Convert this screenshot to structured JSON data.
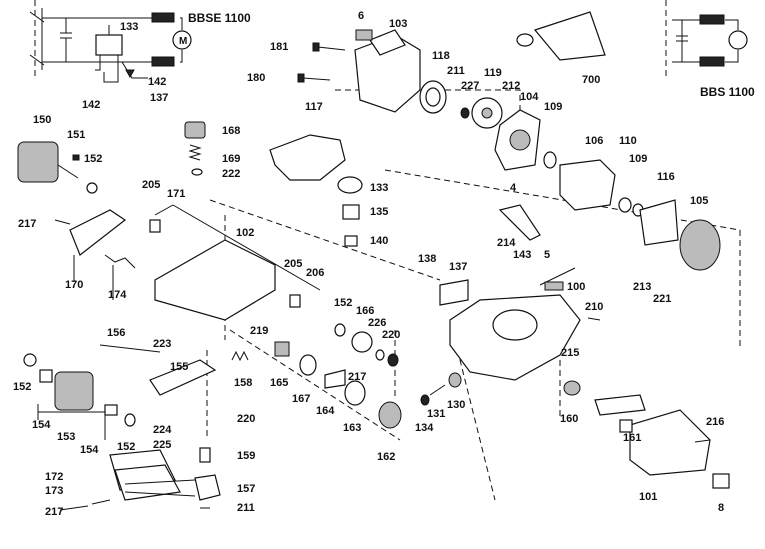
{
  "diagram": {
    "schematic_titles": {
      "left": "BBSE 1100",
      "right": "BBS 1100"
    },
    "schematic_labels": [
      "133",
      "142",
      "142",
      "137"
    ],
    "parts": [
      {
        "id": "p6",
        "label": "6"
      },
      {
        "id": "p103",
        "label": "103"
      },
      {
        "id": "p181",
        "label": "181"
      },
      {
        "id": "p180",
        "label": "180"
      },
      {
        "id": "p118",
        "label": "118"
      },
      {
        "id": "p211a",
        "label": "211"
      },
      {
        "id": "p119",
        "label": "119"
      },
      {
        "id": "p227",
        "label": "227"
      },
      {
        "id": "p212",
        "label": "212"
      },
      {
        "id": "p104",
        "label": "104"
      },
      {
        "id": "p109a",
        "label": "109"
      },
      {
        "id": "p700",
        "label": "700"
      },
      {
        "id": "p117",
        "label": "117"
      },
      {
        "id": "p168",
        "label": "168"
      },
      {
        "id": "p169",
        "label": "169"
      },
      {
        "id": "p222",
        "label": "222"
      },
      {
        "id": "p150",
        "label": "150"
      },
      {
        "id": "p151",
        "label": "151"
      },
      {
        "id": "p152a",
        "label": "152"
      },
      {
        "id": "p106",
        "label": "106"
      },
      {
        "id": "p110",
        "label": "110"
      },
      {
        "id": "p109b",
        "label": "109"
      },
      {
        "id": "p116",
        "label": "116"
      },
      {
        "id": "p105",
        "label": "105"
      },
      {
        "id": "p133b",
        "label": "133"
      },
      {
        "id": "p135",
        "label": "135"
      },
      {
        "id": "p140",
        "label": "140"
      },
      {
        "id": "p4",
        "label": "4"
      },
      {
        "id": "p205a",
        "label": "205"
      },
      {
        "id": "p171",
        "label": "171"
      },
      {
        "id": "p102",
        "label": "102"
      },
      {
        "id": "p217a",
        "label": "217"
      },
      {
        "id": "p170",
        "label": "170"
      },
      {
        "id": "p174",
        "label": "174"
      },
      {
        "id": "p205b",
        "label": "205"
      },
      {
        "id": "p206",
        "label": "206"
      },
      {
        "id": "p214",
        "label": "214"
      },
      {
        "id": "p143",
        "label": "143"
      },
      {
        "id": "p5",
        "label": "5"
      },
      {
        "id": "p138",
        "label": "138"
      },
      {
        "id": "p137b",
        "label": "137"
      },
      {
        "id": "p213",
        "label": "213"
      },
      {
        "id": "p221",
        "label": "221"
      },
      {
        "id": "p100",
        "label": "100"
      },
      {
        "id": "p210",
        "label": "210"
      },
      {
        "id": "p152b",
        "label": "152"
      },
      {
        "id": "p166",
        "label": "166"
      },
      {
        "id": "p226",
        "label": "226"
      },
      {
        "id": "p219",
        "label": "219"
      },
      {
        "id": "p220a",
        "label": "220"
      },
      {
        "id": "p223",
        "label": "223"
      },
      {
        "id": "p156",
        "label": "156"
      },
      {
        "id": "p155",
        "label": "155"
      },
      {
        "id": "p158",
        "label": "158"
      },
      {
        "id": "p165",
        "label": "165"
      },
      {
        "id": "p167",
        "label": "167"
      },
      {
        "id": "p164",
        "label": "164"
      },
      {
        "id": "p217b",
        "label": "217"
      },
      {
        "id": "p215",
        "label": "215"
      },
      {
        "id": "p152c",
        "label": "152"
      },
      {
        "id": "p154a",
        "label": "154"
      },
      {
        "id": "p153",
        "label": "153"
      },
      {
        "id": "p154b",
        "label": "154"
      },
      {
        "id": "p152d",
        "label": "152"
      },
      {
        "id": "p224",
        "label": "224"
      },
      {
        "id": "p225",
        "label": "225"
      },
      {
        "id": "p220b",
        "label": "220"
      },
      {
        "id": "p163",
        "label": "163"
      },
      {
        "id": "p162",
        "label": "162"
      },
      {
        "id": "p131",
        "label": "131"
      },
      {
        "id": "p130",
        "label": "130"
      },
      {
        "id": "p134",
        "label": "134"
      },
      {
        "id": "p160",
        "label": "160"
      },
      {
        "id": "p161",
        "label": "161"
      },
      {
        "id": "p216",
        "label": "216"
      },
      {
        "id": "p159",
        "label": "159"
      },
      {
        "id": "p172",
        "label": "172"
      },
      {
        "id": "p173",
        "label": "173"
      },
      {
        "id": "p157",
        "label": "157"
      },
      {
        "id": "p217c",
        "label": "217"
      },
      {
        "id": "p211b",
        "label": "211"
      },
      {
        "id": "p101",
        "label": "101"
      },
      {
        "id": "p8",
        "label": "8"
      }
    ]
  }
}
